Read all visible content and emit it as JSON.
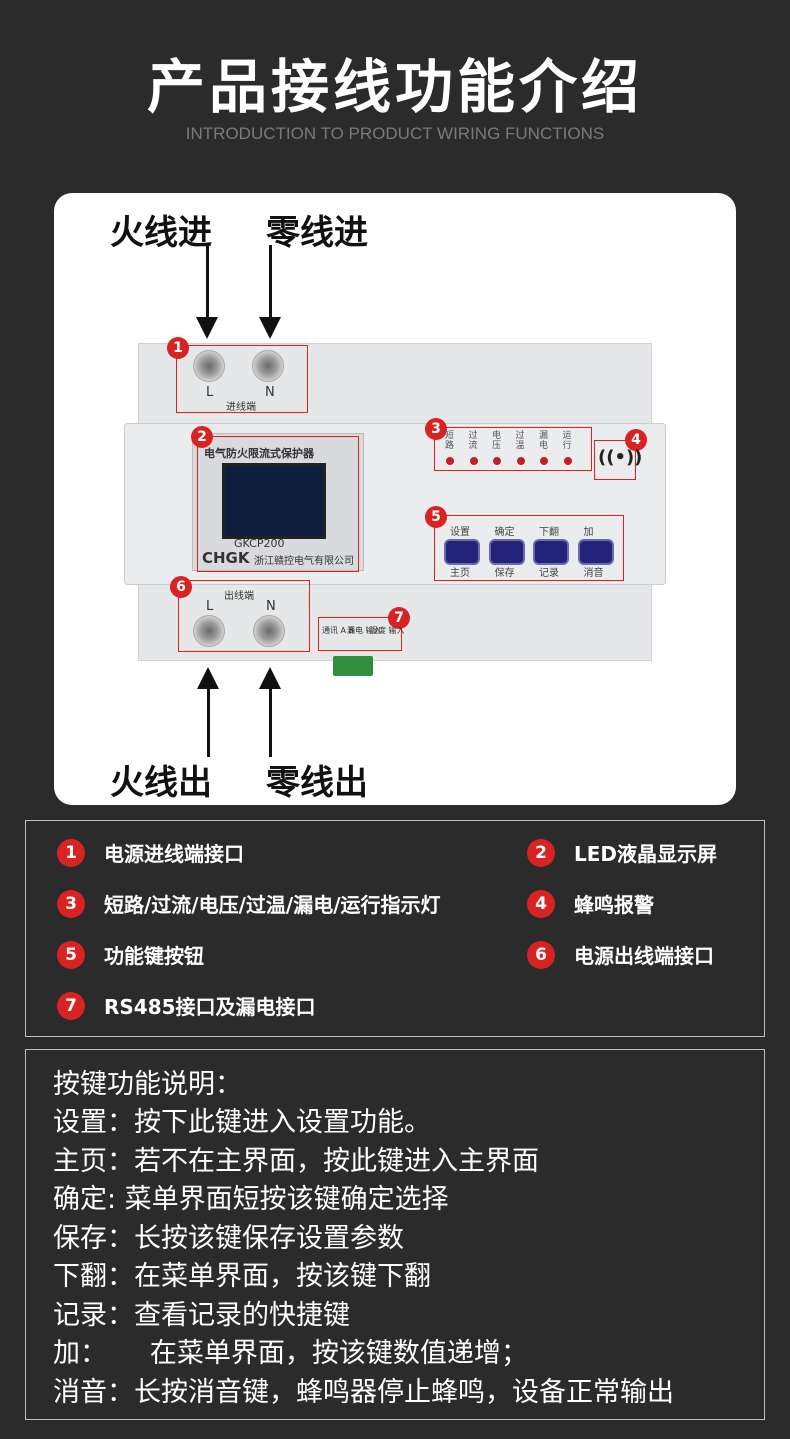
{
  "header": {
    "title": "产品接线功能介绍",
    "subtitle": "INTRODUCTION TO PRODUCT WIRING FUNCTIONS"
  },
  "diagram": {
    "labels": {
      "live_in": "火线进",
      "neutral_in": "零线进",
      "live_out": "火线出",
      "neutral_out": "零线出"
    },
    "device": {
      "name": "电气防火限流式保护器",
      "model": "GKCP200",
      "brand": "CHGK",
      "company": "浙江赣控电气有限公司",
      "input_terminal": "进线端",
      "output_terminal": "出线端",
      "L": "L",
      "N": "N",
      "indicators": [
        "短路",
        "过流",
        "电压",
        "过温",
        "漏电",
        "运行"
      ],
      "buttons": [
        {
          "top": "设置",
          "bottom": "主页"
        },
        {
          "top": "确定",
          "bottom": "保存"
        },
        {
          "top": "下翻",
          "bottom": "记录"
        },
        {
          "top": "加",
          "bottom": "消音"
        }
      ],
      "ports": [
        "通讯 A B",
        "漏电 输入",
        "温度 输入"
      ]
    },
    "badges": [
      "1",
      "2",
      "3",
      "4",
      "5",
      "6",
      "7"
    ]
  },
  "legend": [
    {
      "num": "1",
      "text": "电源进线端接口"
    },
    {
      "num": "2",
      "text": "LED液晶显示屏"
    },
    {
      "num": "3",
      "text": "短路/过流/电压/过温/漏电/运行指示灯"
    },
    {
      "num": "4",
      "text": "蜂鸣报警"
    },
    {
      "num": "5",
      "text": "功能键按钮"
    },
    {
      "num": "6",
      "text": "电源出线端接口"
    },
    {
      "num": "7",
      "text": "RS485接口及漏电接口"
    }
  ],
  "description": [
    "按键功能说明：",
    "设置：按下此键进入设置功能。",
    "主页：若不在主界面，按此键进入主界面",
    "确定: 菜单界面短按该键确定选择",
    "保存：长按该键保存设置参数",
    "下翻：在菜单界面，按该键下翻",
    "记录：查看记录的快捷键",
    "加：     在菜单界面，按该键数值递增；",
    "消音：长按消音键，蜂鸣器停止蜂鸣，设备正常输出"
  ],
  "colors": {
    "background": "#2b2b2b",
    "accent": "#d92323",
    "button": "#23237a"
  }
}
